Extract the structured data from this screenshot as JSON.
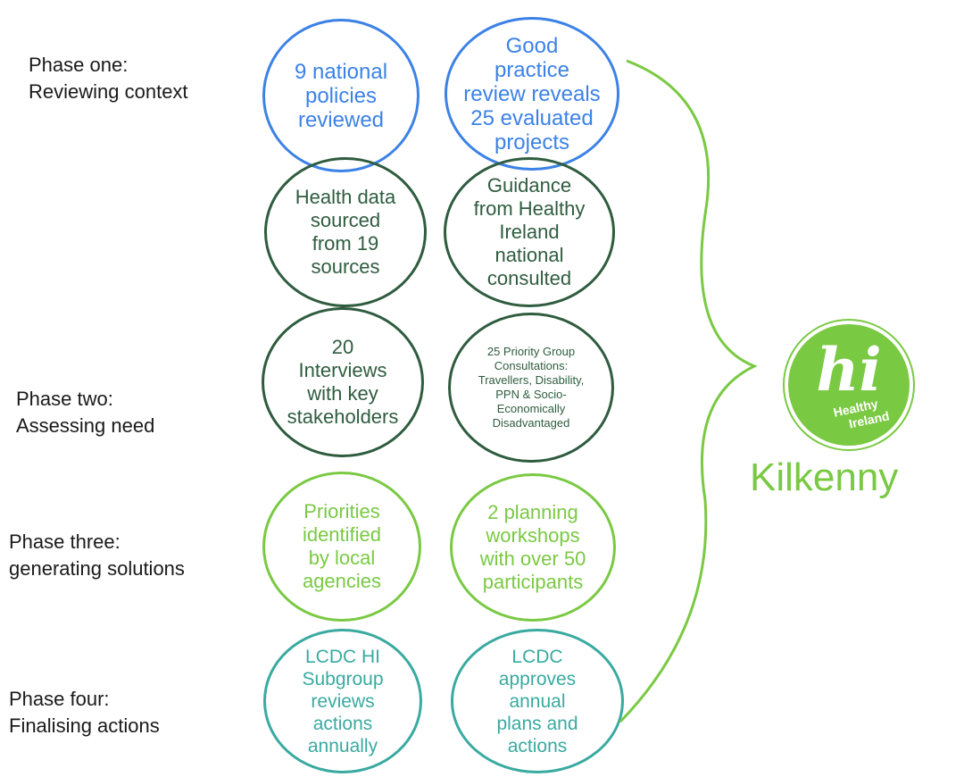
{
  "phases": [
    {
      "label": "Phase one:\nReviewing context"
    },
    {
      "label": "Phase two:\nAssessing need"
    },
    {
      "label": "Phase three:\ngenerating solutions"
    },
    {
      "label": "Phase four:\nFinalising actions"
    }
  ],
  "circles": [
    {
      "text": "9 national\npolicies\nreviewed",
      "color": "#3c82e6"
    },
    {
      "text": "Good\npractice\nreview reveals\n25 evaluated\nprojects",
      "color": "#3c82e6"
    },
    {
      "text": "Health data\nsourced\nfrom 19\nsources",
      "color": "#2f5c3f"
    },
    {
      "text": "Guidance\nfrom Healthy\nIreland\nnational\nconsulted",
      "color": "#2f5c3f"
    },
    {
      "text": "20\nInterviews\nwith key\nstakeholders",
      "color": "#2f5c3f"
    },
    {
      "text": "25 Priority Group\nConsultations:\nTravellers, Disability,\nPPN & Socio-\nEconomically\nDisadvantaged",
      "color": "#2f5c3f"
    },
    {
      "text": "Priorities\nidentified\nby local\nagencies",
      "color": "#7ac943"
    },
    {
      "text": "2 planning\nworkshops\nwith over 50\nparticipants",
      "color": "#7ac943"
    },
    {
      "text": "LCDC HI\nSubgroup\nreviews\nactions\nannually",
      "color": "#3aaaa0"
    },
    {
      "text": "LCDC\napproves\nannual\nplans and\nactions",
      "color": "#3aaaa0"
    }
  ],
  "logo": {
    "mark": "hi",
    "line1": "Healthy",
    "line2": "Ireland"
  },
  "place": "Kilkenny",
  "colors": {
    "blue": "#3c82e6",
    "dark_green": "#2f5c3f",
    "light_green": "#7ac943",
    "teal": "#3aaaa0"
  }
}
